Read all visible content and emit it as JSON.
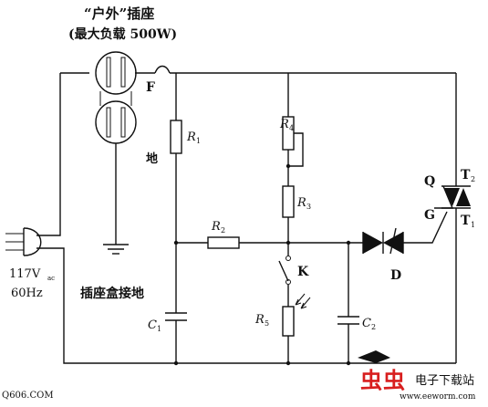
{
  "labels": {
    "title_line1": "“户外”插座",
    "title_line2": "(最大负载 500W)",
    "fuse": "F",
    "ground_note": "地",
    "ac_voltage": "117V",
    "ac_voltage_sub": "ac",
    "ac_freq": "60Hz",
    "box_ground": "插座盒接地",
    "r1": "R",
    "r1_sub": "1",
    "r2": "R",
    "r2_sub": "2",
    "r3": "R",
    "r3_sub": "3",
    "r4": "R",
    "r4_sub": "4",
    "r5": "R",
    "r5_sub": "5",
    "c1": "C",
    "c1_sub": "1",
    "c2": "C",
    "c2_sub": "2",
    "switch_k": "K",
    "diac_d": "D",
    "triac_q": "Q",
    "gate_g": "G",
    "t2": "T",
    "t2_sub": "2",
    "t1": "T",
    "t1_sub": "1"
  },
  "watermark": {
    "left": "Q606.COM",
    "brand_glyph_1": "虫",
    "brand_glyph_2": "虫",
    "site_name": "电子下载站",
    "site_url": "www.eeworm.com"
  },
  "colors": {
    "ink": "#111111",
    "watermark_red": "#d81e1e",
    "background": "#ffffff"
  }
}
